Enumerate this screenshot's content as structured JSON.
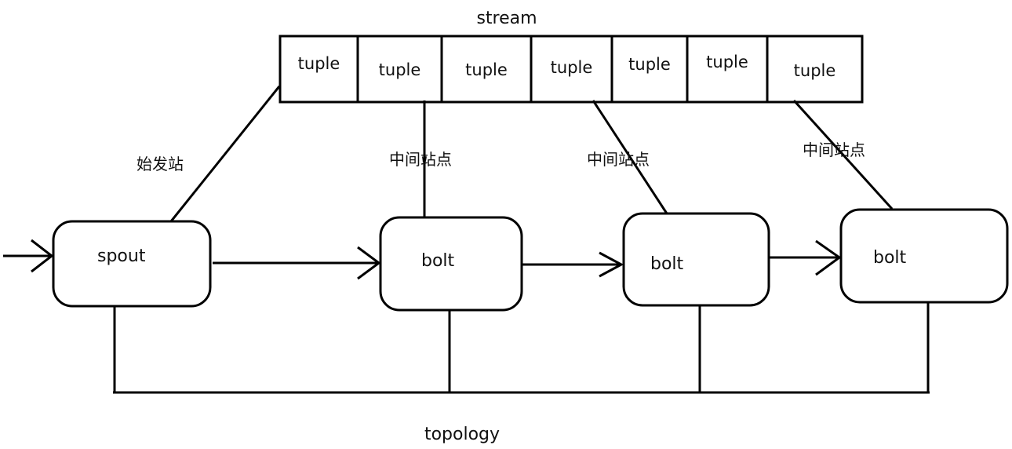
{
  "stream": {
    "label": "stream",
    "tuples": [
      "tuple",
      "tuple",
      "tuple",
      "tuple",
      "tuple",
      "tuple",
      "tuple"
    ]
  },
  "nodes": [
    {
      "label": "spout"
    },
    {
      "label": "bolt"
    },
    {
      "label": "bolt"
    },
    {
      "label": "bolt"
    }
  ],
  "links": [
    {
      "label": "始发站"
    },
    {
      "label": "中间站点"
    },
    {
      "label": "中间站点"
    },
    {
      "label": "中间站点"
    }
  ],
  "topology": {
    "label": "topology"
  },
  "colors": {
    "line": "#000000",
    "fill": "#ffffff",
    "text": "#111111"
  }
}
